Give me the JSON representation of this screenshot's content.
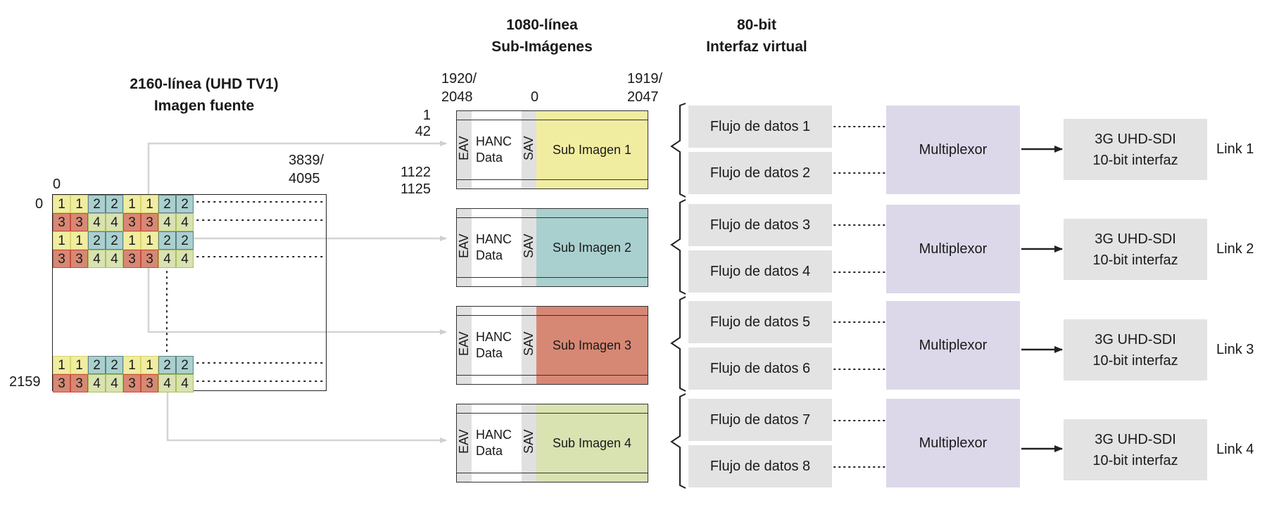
{
  "titles": {
    "source_line1": "2160-línea (UHD TV1)",
    "source_line2": "Imagen fuente",
    "sub_line1": "1080-línea",
    "sub_line2": "Sub-Imágenes",
    "virtual_line1": "80-bit",
    "virtual_line2": "Interfaz virtual"
  },
  "source_image": {
    "col_start_label": "0",
    "col_end_label_1": "3839/",
    "col_end_label_2": "4095",
    "row_start_label": "0",
    "row_end_label": "2159",
    "grid_rows": [
      [
        "1",
        "1",
        "2",
        "2",
        "1",
        "1",
        "2",
        "2"
      ],
      [
        "3",
        "3",
        "4",
        "4",
        "3",
        "3",
        "4",
        "4"
      ],
      [
        "1",
        "1",
        "2",
        "2",
        "1",
        "1",
        "2",
        "2"
      ],
      [
        "3",
        "3",
        "4",
        "4",
        "3",
        "3",
        "4",
        "4"
      ],
      [
        "1",
        "1",
        "2",
        "2",
        "1",
        "1",
        "2",
        "2"
      ],
      [
        "3",
        "3",
        "4",
        "4",
        "3",
        "3",
        "4",
        "4"
      ]
    ]
  },
  "sub_image_axis": {
    "left_label_1": "1920/",
    "left_label_2": "2048",
    "zero_label": "0",
    "right_label_1": "1919/",
    "right_label_2": "2047",
    "row_labels": [
      "1",
      "42",
      "1122",
      "1125"
    ]
  },
  "sub_images": [
    {
      "eav": "EAV",
      "hanc_1": "HANC",
      "hanc_2": "Data",
      "sav": "SAV",
      "label": "Sub Imagen 1",
      "color": "#f1eda0"
    },
    {
      "eav": "EAV",
      "hanc_1": "HANC",
      "hanc_2": "Data",
      "sav": "SAV",
      "label": "Sub Imagen 2",
      "color": "#a9d0cf"
    },
    {
      "eav": "EAV",
      "hanc_1": "HANC",
      "hanc_2": "Data",
      "sav": "SAV",
      "label": "Sub Imagen 3",
      "color": "#d78874"
    },
    {
      "eav": "EAV",
      "hanc_1": "HANC",
      "hanc_2": "Data",
      "sav": "SAV",
      "label": "Sub Imagen 4",
      "color": "#d9e2b1"
    }
  ],
  "links": [
    {
      "flows": [
        "Flujo de datos 1",
        "Flujo de datos 2"
      ],
      "mux": "Multiplexor",
      "sdi_1": "3G UHD-SDI",
      "sdi_2": "10-bit interfaz",
      "link": "Link 1"
    },
    {
      "flows": [
        "Flujo de datos 3",
        "Flujo de datos 4"
      ],
      "mux": "Multiplexor",
      "sdi_1": "3G UHD-SDI",
      "sdi_2": "10-bit interfaz",
      "link": "Link 2"
    },
    {
      "flows": [
        "Flujo de datos 5",
        "Flujo de datos 6"
      ],
      "mux": "Multiplexor",
      "sdi_1": "3G UHD-SDI",
      "sdi_2": "10-bit interfaz",
      "link": "Link 3"
    },
    {
      "flows": [
        "Flujo de datos 7",
        "Flujo de datos 8"
      ],
      "mux": "Multiplexor",
      "sdi_1": "3G UHD-SDI",
      "sdi_2": "10-bit interfaz",
      "link": "Link 4"
    }
  ],
  "colors": {
    "sub_image_1": "#f1eda0",
    "sub_image_2": "#a9d0cf",
    "sub_image_3": "#d78874",
    "sub_image_4": "#d9e2b1",
    "multiplexor": "#dcd8ea",
    "stream_box": "#e3e3e3"
  }
}
